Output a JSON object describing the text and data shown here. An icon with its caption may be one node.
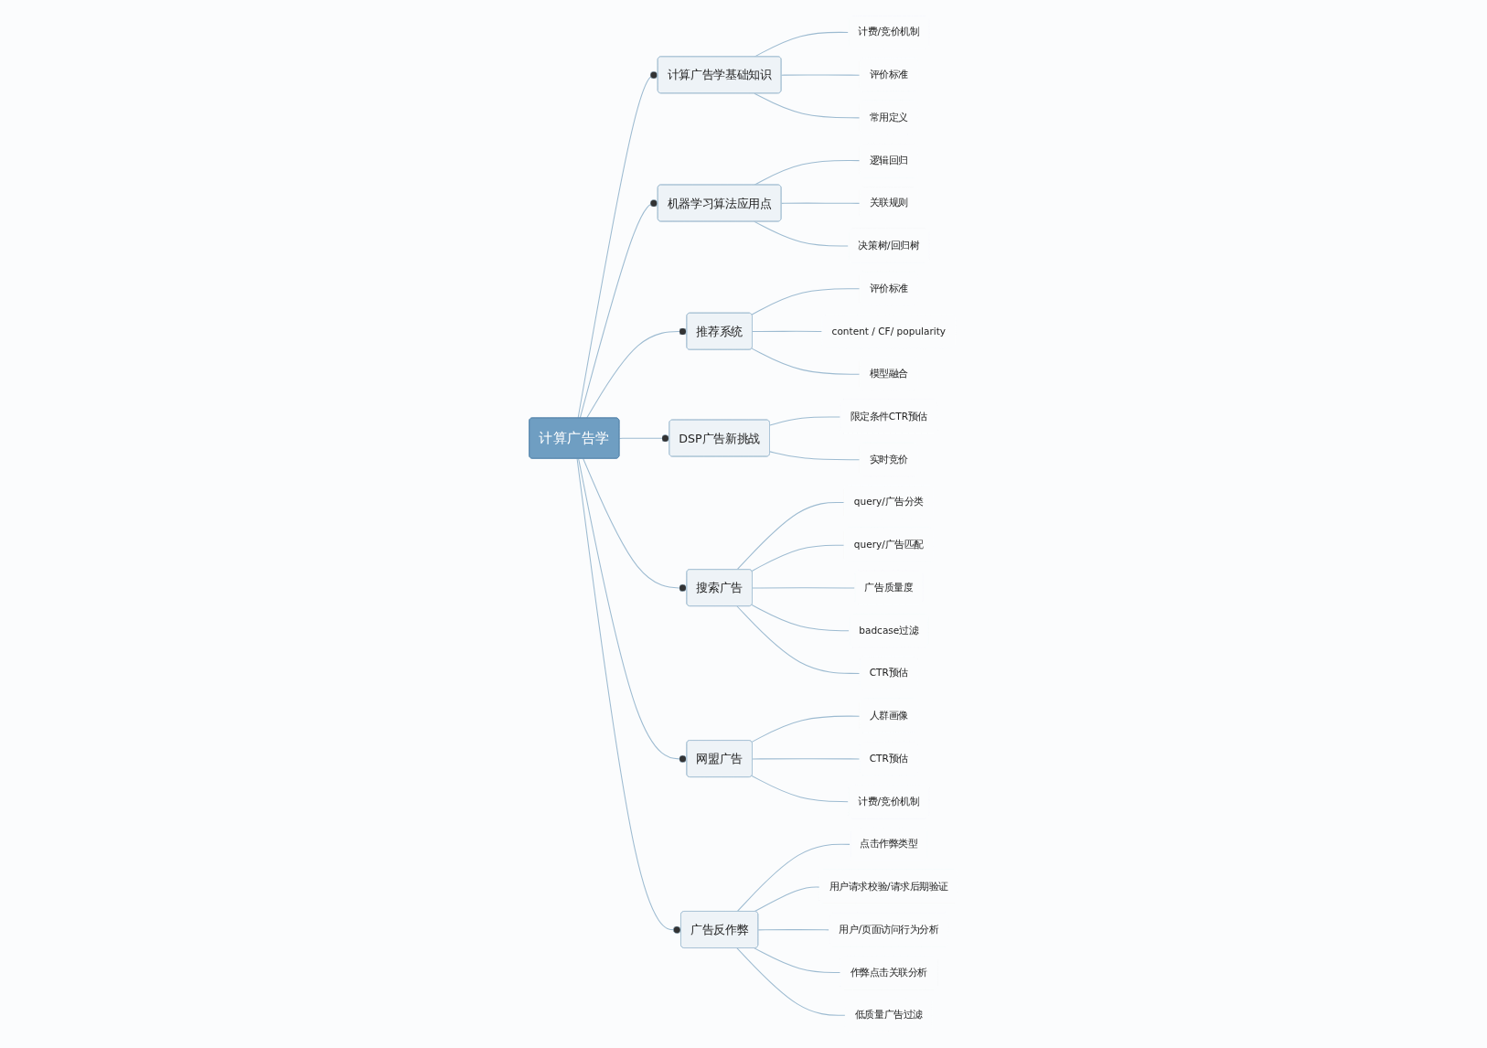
{
  "diagram": {
    "nodes": [
      {
        "text": [
          "计算广告学"
        ]
      },
      {
        "text": [
          "计算广告学基础知识"
        ]
      },
      {
        "text": [
          "计费/竞价机制"
        ]
      },
      {
        "text": [
          "评价标准"
        ]
      },
      {
        "text": [
          "常用定义"
        ]
      },
      {
        "text": [
          "机器学习算法应用点"
        ]
      },
      {
        "text": [
          "逻辑回归"
        ]
      },
      {
        "text": [
          "关联规则"
        ]
      },
      {
        "text": [
          "决策树/回归树"
        ]
      },
      {
        "text": [
          "推荐系统"
        ]
      },
      {
        "text": [
          "评价标准"
        ]
      },
      {
        "text": [
          "content / CF/ popularity"
        ]
      },
      {
        "text": [
          "模型融合"
        ]
      },
      {
        "text": [
          "DSP广告新挑战"
        ]
      },
      {
        "text": [
          "限定条件CTR预估"
        ]
      },
      {
        "text": [
          "实时竞价"
        ]
      },
      {
        "text": [
          "搜索广告"
        ]
      },
      {
        "text": [
          "query/广告分类"
        ]
      },
      {
        "text": [
          "query/广告匹配"
        ]
      },
      {
        "text": [
          "广告质量度"
        ]
      },
      {
        "text": [
          "badcase过滤"
        ]
      },
      {
        "text": [
          "CTR预估"
        ]
      },
      {
        "text": [
          "网盟广告"
        ]
      },
      {
        "text": [
          "人群画像"
        ]
      },
      {
        "text": [
          "CTR预估"
        ]
      },
      {
        "text": [
          "计费/竞价机制"
        ]
      },
      {
        "text": [
          "广告反作弊"
        ]
      },
      {
        "text": [
          "点击作弊类型"
        ]
      },
      {
        "text": [
          "用户请求校验/请求后期验证"
        ]
      },
      {
        "text": [
          "用户/页面访问行为分析"
        ]
      },
      {
        "text": [
          "作弊点击关联分析"
        ]
      },
      {
        "text": [
          "低质量广告过滤"
        ]
      }
    ],
    "edges": [
      {
        "from": 0,
        "to": 1,
        "arrow": "other"
      },
      {
        "from": 1,
        "to": 2,
        "arrow": "none"
      },
      {
        "from": 1,
        "to": 3,
        "arrow": "none"
      },
      {
        "from": 1,
        "to": 4,
        "arrow": "none"
      },
      {
        "from": 0,
        "to": 5,
        "arrow": "other"
      },
      {
        "from": 5,
        "to": 6,
        "arrow": "none"
      },
      {
        "from": 5,
        "to": 7,
        "arrow": "none"
      },
      {
        "from": 5,
        "to": 8,
        "arrow": "none"
      },
      {
        "from": 0,
        "to": 9,
        "arrow": "other"
      },
      {
        "from": 9,
        "to": 10,
        "arrow": "none"
      },
      {
        "from": 9,
        "to": 11,
        "arrow": "none"
      },
      {
        "from": 9,
        "to": 12,
        "arrow": "none"
      },
      {
        "from": 0,
        "to": 13,
        "arrow": "other"
      },
      {
        "from": 13,
        "to": 14,
        "arrow": "none"
      },
      {
        "from": 13,
        "to": 15,
        "arrow": "none"
      },
      {
        "from": 0,
        "to": 16,
        "arrow": "other"
      },
      {
        "from": 16,
        "to": 17,
        "arrow": "none"
      },
      {
        "from": 16,
        "to": 18,
        "arrow": "none"
      },
      {
        "from": 16,
        "to": 19,
        "arrow": "none"
      },
      {
        "from": 16,
        "to": 20,
        "arrow": "none"
      },
      {
        "from": 16,
        "to": 21,
        "arrow": "none"
      },
      {
        "from": 0,
        "to": 22,
        "arrow": "other"
      },
      {
        "from": 22,
        "to": 23,
        "arrow": "none"
      },
      {
        "from": 22,
        "to": 24,
        "arrow": "none"
      },
      {
        "from": 22,
        "to": 25,
        "arrow": "none"
      },
      {
        "from": 0,
        "to": 26,
        "arrow": "other"
      },
      {
        "from": 26,
        "to": 27,
        "arrow": "none"
      },
      {
        "from": 26,
        "to": 28,
        "arrow": "none"
      },
      {
        "from": 26,
        "to": 29,
        "arrow": "none"
      },
      {
        "from": 26,
        "to": 30,
        "arrow": "none"
      },
      {
        "from": 26,
        "to": 31,
        "arrow": "none"
      }
    ]
  }
}
